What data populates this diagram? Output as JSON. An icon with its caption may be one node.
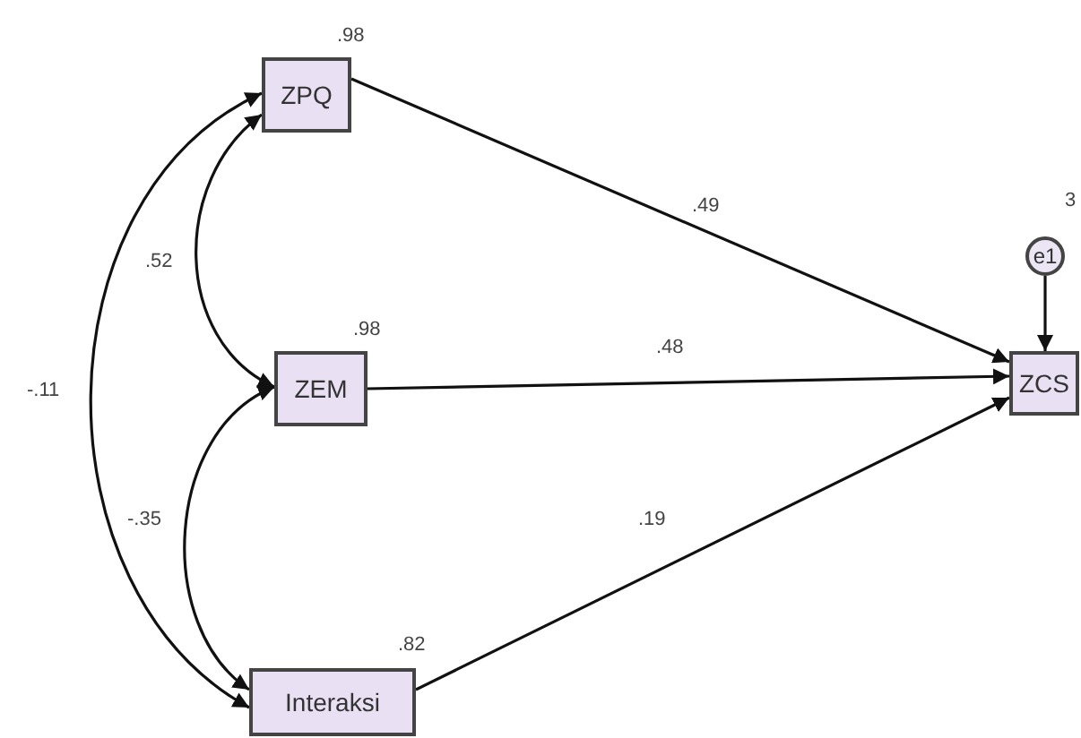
{
  "diagram": {
    "nodes": [
      {
        "text": [
          "ZPQ"
        ],
        "beside": [
          ".98"
        ]
      },
      {
        "text": [
          "ZEM"
        ],
        "beside": [
          ".98"
        ]
      },
      {
        "text": [
          "Interaksi"
        ],
        "beside": [
          ".82"
        ]
      },
      {
        "text": [
          "ZCS"
        ]
      },
      {
        "text": [
          "e1"
        ]
      }
    ],
    "edges": [
      {
        "from": 0,
        "to": 3,
        "arrow": "to",
        "label": ".49"
      },
      {
        "from": 1,
        "to": 3,
        "arrow": "to",
        "label": ".48"
      },
      {
        "from": 2,
        "to": 3,
        "arrow": "to",
        "label": ".19"
      },
      {
        "from": 4,
        "to": 3,
        "arrow": "to"
      },
      {
        "from": 0,
        "to": 1,
        "arrow": "both",
        "label": ".52"
      },
      {
        "from": 1,
        "to": 2,
        "arrow": "both",
        "label": "-.35"
      },
      {
        "from": 0,
        "to": 2,
        "arrow": "both",
        "label": "-.11"
      }
    ],
    "labels": [
      "3"
    ]
  }
}
